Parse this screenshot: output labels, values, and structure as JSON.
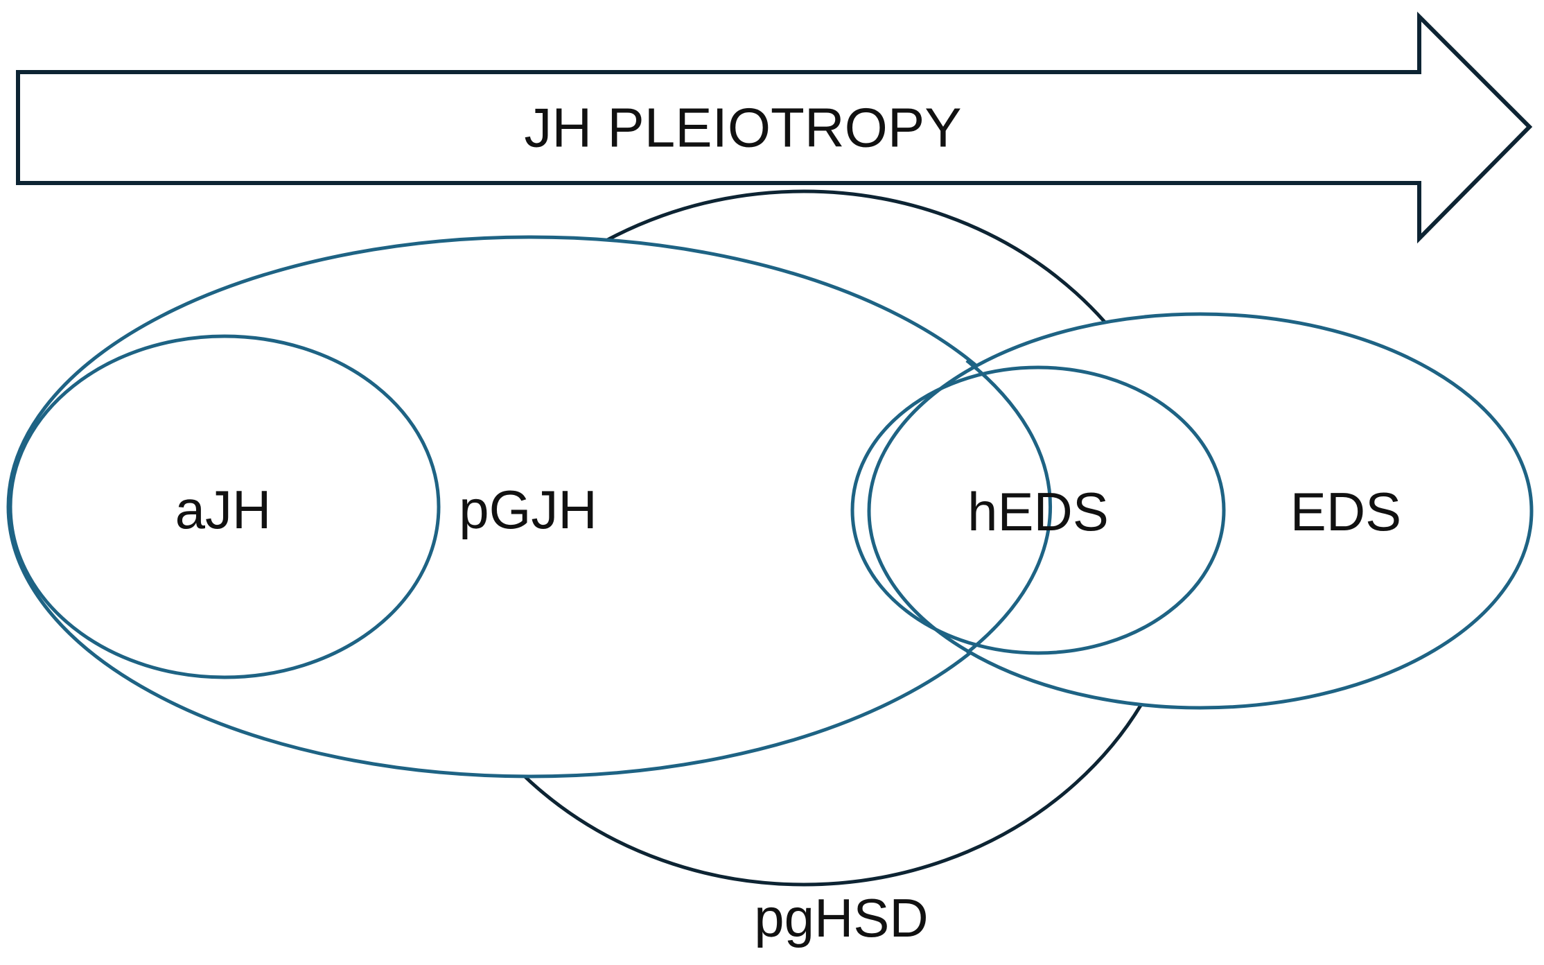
{
  "arrow": {
    "label": "JH PLEIOTROPY",
    "stroke_color": "#0d2433"
  },
  "sets": {
    "pghsd": {
      "label": "pgHSD",
      "stroke_color": "#0d2433"
    },
    "pgjh": {
      "label": "pGJH",
      "stroke_color": "#1e6384"
    },
    "ajh": {
      "label": "aJH",
      "stroke_color": "#1e6384"
    },
    "eds": {
      "label": "EDS",
      "stroke_color": "#1e6384"
    },
    "heds": {
      "label": "hEDS",
      "stroke_color": "#1e6384"
    }
  }
}
